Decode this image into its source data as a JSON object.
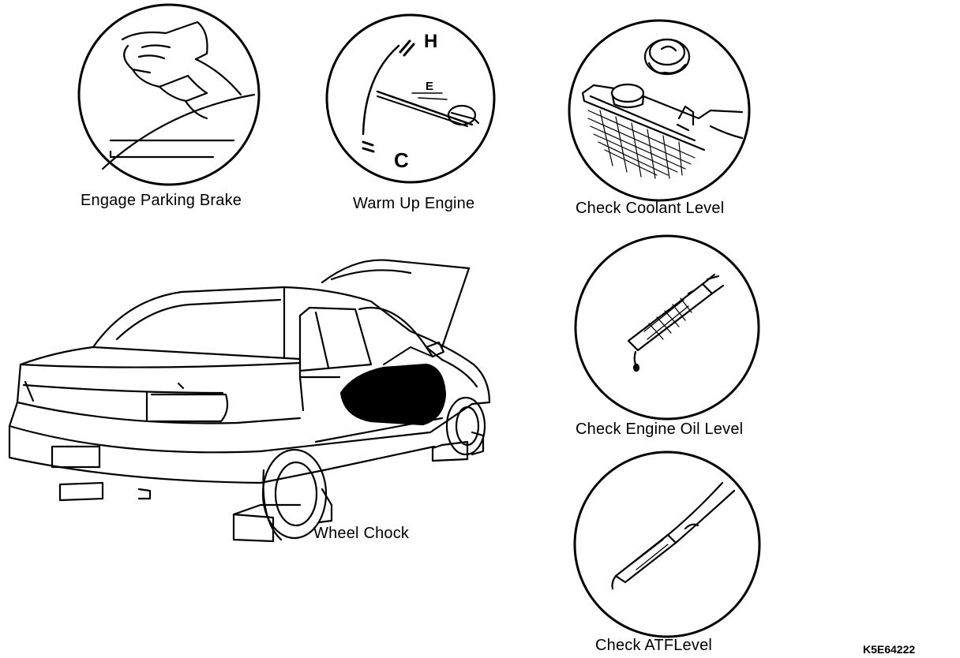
{
  "steps": {
    "parking_brake": "Engage Parking Brake",
    "warm_up": "Warm Up Engine",
    "coolant": "Check Coolant Level",
    "engine_oil": "Check Engine Oil Level",
    "atf": "Check ATFLevel"
  },
  "wheel_chock": "Wheel Chock",
  "gauge": {
    "hot": "H",
    "cold": "C",
    "mark": "E"
  },
  "figure_code": "K5E64222"
}
